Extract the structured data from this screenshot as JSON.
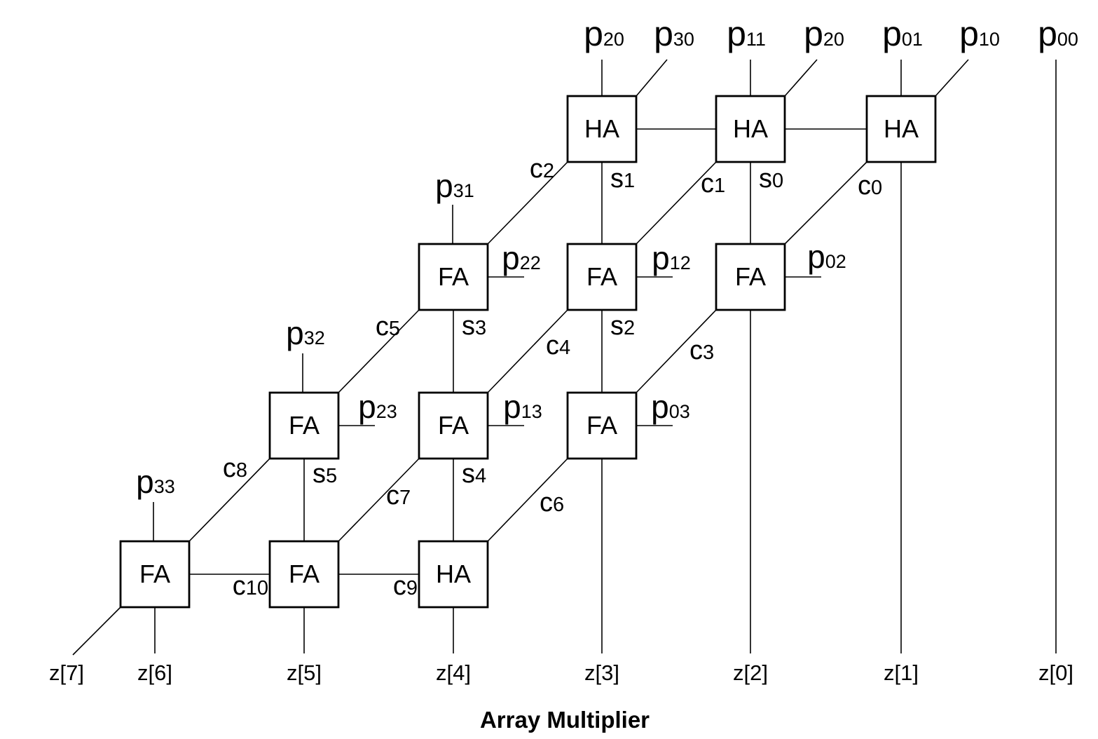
{
  "title": "Array Multiplier",
  "adders": {
    "r0_left": "HA",
    "r0_mid": "HA",
    "r0_right": "HA",
    "r1_left": "FA",
    "r1_mid": "FA",
    "r1_right": "FA",
    "r2_left": "FA",
    "r2_mid": "FA",
    "r2_right": "FA",
    "r3_left": "FA",
    "r3_mid": "FA",
    "r3_right": "HA"
  },
  "partial_products": {
    "p20_a": {
      "base": "p",
      "sub": "20"
    },
    "p30": {
      "base": "p",
      "sub": "30"
    },
    "p11": {
      "base": "p",
      "sub": "11"
    },
    "p20_b": {
      "base": "p",
      "sub": "20"
    },
    "p01": {
      "base": "p",
      "sub": "01"
    },
    "p10": {
      "base": "p",
      "sub": "10"
    },
    "p00": {
      "base": "p",
      "sub": "00"
    },
    "p31": {
      "base": "p",
      "sub": "31"
    },
    "p22": {
      "base": "p",
      "sub": "22"
    },
    "p12": {
      "base": "p",
      "sub": "12"
    },
    "p02": {
      "base": "p",
      "sub": "02"
    },
    "p32": {
      "base": "p",
      "sub": "32"
    },
    "p23": {
      "base": "p",
      "sub": "23"
    },
    "p13": {
      "base": "p",
      "sub": "13"
    },
    "p03": {
      "base": "p",
      "sub": "03"
    },
    "p33": {
      "base": "p",
      "sub": "33"
    }
  },
  "sums": {
    "s0": {
      "base": "s",
      "sub": "0"
    },
    "s1": {
      "base": "s",
      "sub": "1"
    },
    "s2": {
      "base": "s",
      "sub": "2"
    },
    "s3": {
      "base": "s",
      "sub": "3"
    },
    "s4": {
      "base": "s",
      "sub": "4"
    },
    "s5": {
      "base": "s",
      "sub": "5"
    }
  },
  "carries": {
    "c0": {
      "base": "c",
      "sub": "0"
    },
    "c1": {
      "base": "c",
      "sub": "1"
    },
    "c2": {
      "base": "c",
      "sub": "2"
    },
    "c3": {
      "base": "c",
      "sub": "3"
    },
    "c4": {
      "base": "c",
      "sub": "4"
    },
    "c5": {
      "base": "c",
      "sub": "5"
    },
    "c6": {
      "base": "c",
      "sub": "6"
    },
    "c7": {
      "base": "c",
      "sub": "7"
    },
    "c8": {
      "base": "c",
      "sub": "8"
    },
    "c9": {
      "base": "c",
      "sub": "9"
    },
    "c10": {
      "base": "c",
      "sub": "10"
    }
  },
  "outputs": {
    "z7": "z[7]",
    "z6": "z[6]",
    "z5": "z[5]",
    "z4": "z[4]",
    "z3": "z[3]",
    "z2": "z[2]",
    "z1": "z[1]",
    "z0": "z[0]"
  }
}
